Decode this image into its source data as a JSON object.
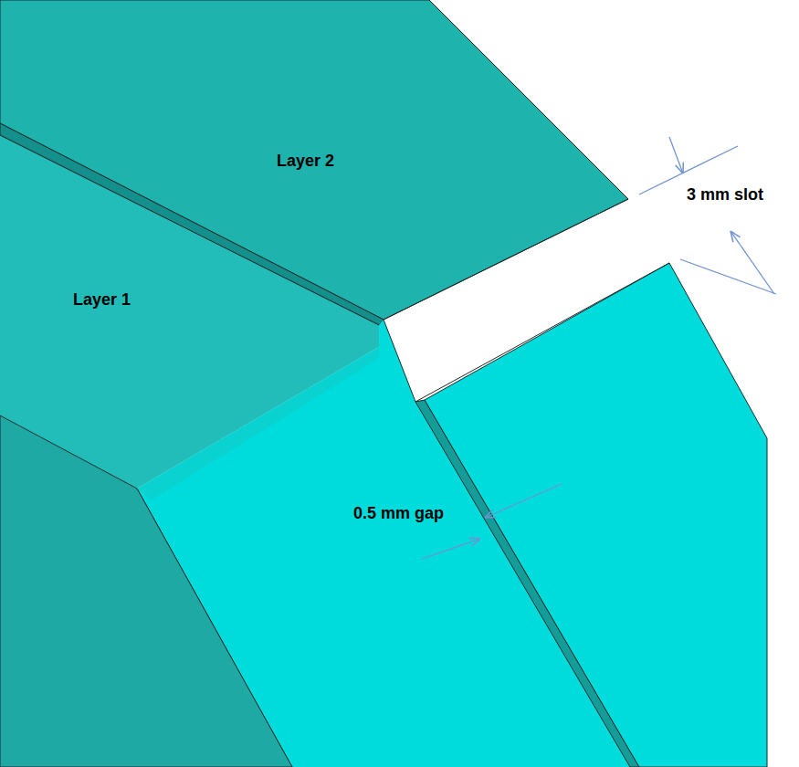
{
  "diagram": {
    "labels": [
      "Layer 2",
      "Layer 1",
      "3 mm slot",
      "0.5 mm gap"
    ]
  }
}
